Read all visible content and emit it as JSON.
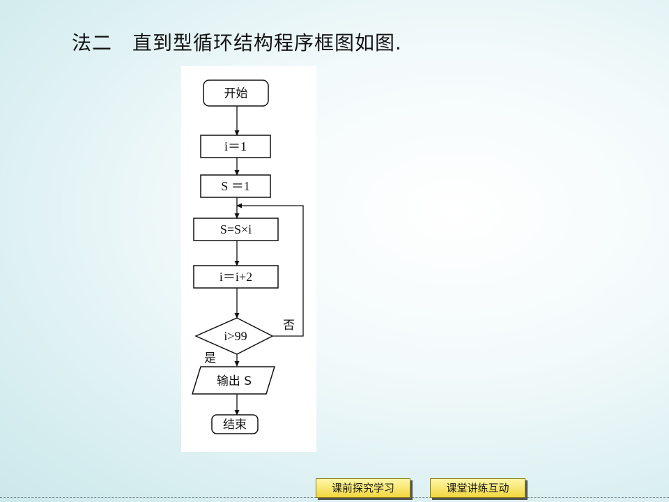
{
  "slide": {
    "title": "法二　直到型循环结构程序框图如图."
  },
  "flowchart": {
    "start": "开始",
    "init_i": "i＝1",
    "init_s": "S ＝1",
    "multiply": "S=S×i",
    "increment": "i＝i+2",
    "condition": "i>99",
    "branch_no": "否",
    "branch_yes": "是",
    "output": "输出 S",
    "end": "结束"
  },
  "nav": {
    "btn_pre_study": "课前探究学习",
    "btn_class_practice": "课堂讲练互动"
  }
}
